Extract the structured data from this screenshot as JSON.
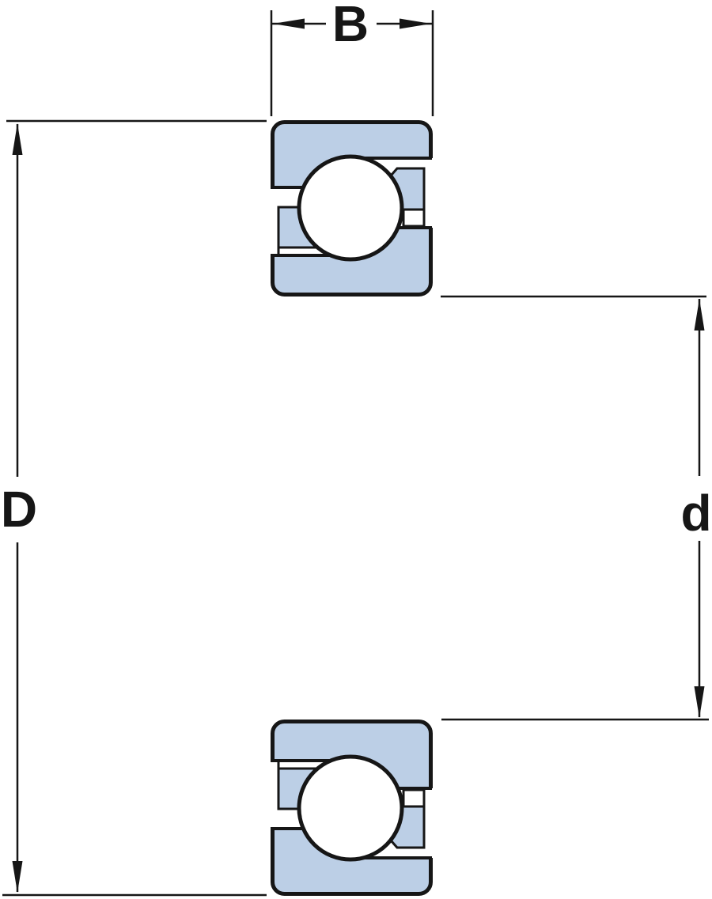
{
  "diagram": {
    "type": "bearing-cross-section",
    "description": "Cross-section drawing of a single-row angular contact ball bearing with dimension annotations",
    "labels": {
      "width": "B",
      "outer_diameter": "D",
      "bore_diameter": "d"
    },
    "colors": {
      "ring_fill": "#bccfe6",
      "line": "#161616",
      "background": "#ffffff"
    }
  }
}
